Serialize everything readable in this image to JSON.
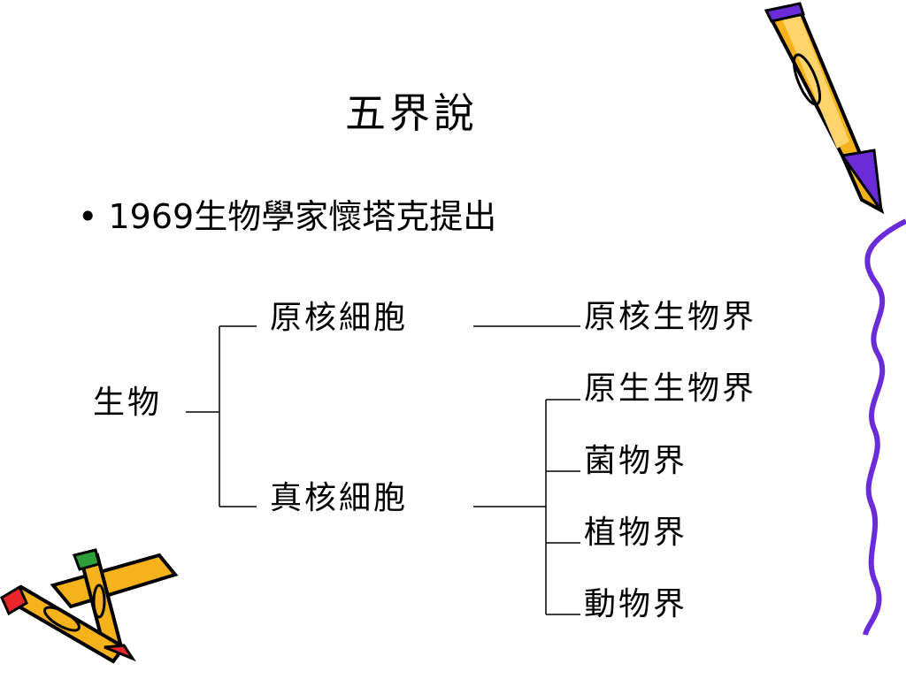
{
  "slide": {
    "title": "五界說",
    "bullet": {
      "year": "1969",
      "text": "生物學家懷塔克提出"
    }
  },
  "diagram": {
    "root": "生物",
    "cell_types": [
      {
        "label": "原核細胞",
        "kingdoms": [
          "原核生物界"
        ]
      },
      {
        "label": "真核細胞",
        "kingdoms": [
          "原生生物界",
          "菌物界",
          "植物界",
          "動物界"
        ]
      }
    ]
  },
  "colors": {
    "line": "#000000",
    "pencil_body": "#F5B21B",
    "pencil_outline": "#000000",
    "pencil_tip": "#6A2BD9",
    "pencil_eraser_red": "#E8262B",
    "pencil_eraser_green": "#2E9E3A",
    "squiggle": "#6A2BD9"
  },
  "decorations": [
    "pencil-icon",
    "pencil-pair-icon",
    "squiggle-line"
  ]
}
